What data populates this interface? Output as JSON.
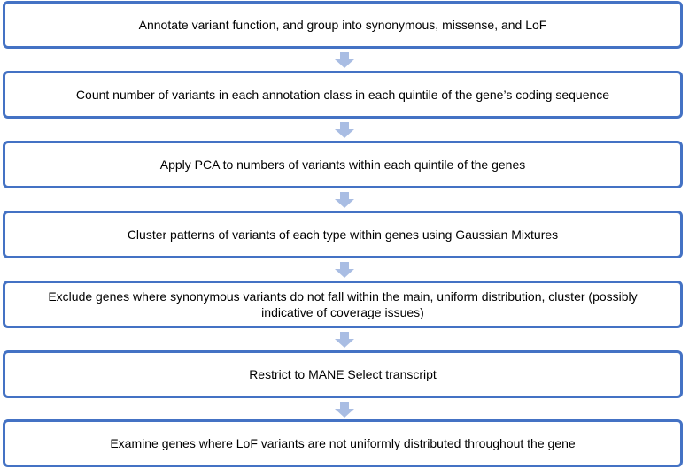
{
  "colors": {
    "box_border": "#4472c4",
    "arrow_fill": "#a9bde3",
    "background": "#ffffff",
    "text": "#000000"
  },
  "steps": [
    {
      "text": "Annotate variant function, and group into synonymous, missense, and LoF"
    },
    {
      "text": "Count number of variants in each annotation class in each quintile of the gene’s coding sequence"
    },
    {
      "text": "Apply PCA to numbers of variants within each quintile of the genes"
    },
    {
      "text": "Cluster patterns of variants of each type within genes using Gaussian Mixtures"
    },
    {
      "text": "Exclude genes where synonymous variants do not fall within the main, uniform distribution, cluster (possibly indicative of coverage issues)"
    },
    {
      "text": "Restrict to MANE Select transcript"
    },
    {
      "text": "Examine genes where LoF variants are not uniformly distributed throughout the gene"
    }
  ],
  "arrow_icon": "down-arrow-icon"
}
